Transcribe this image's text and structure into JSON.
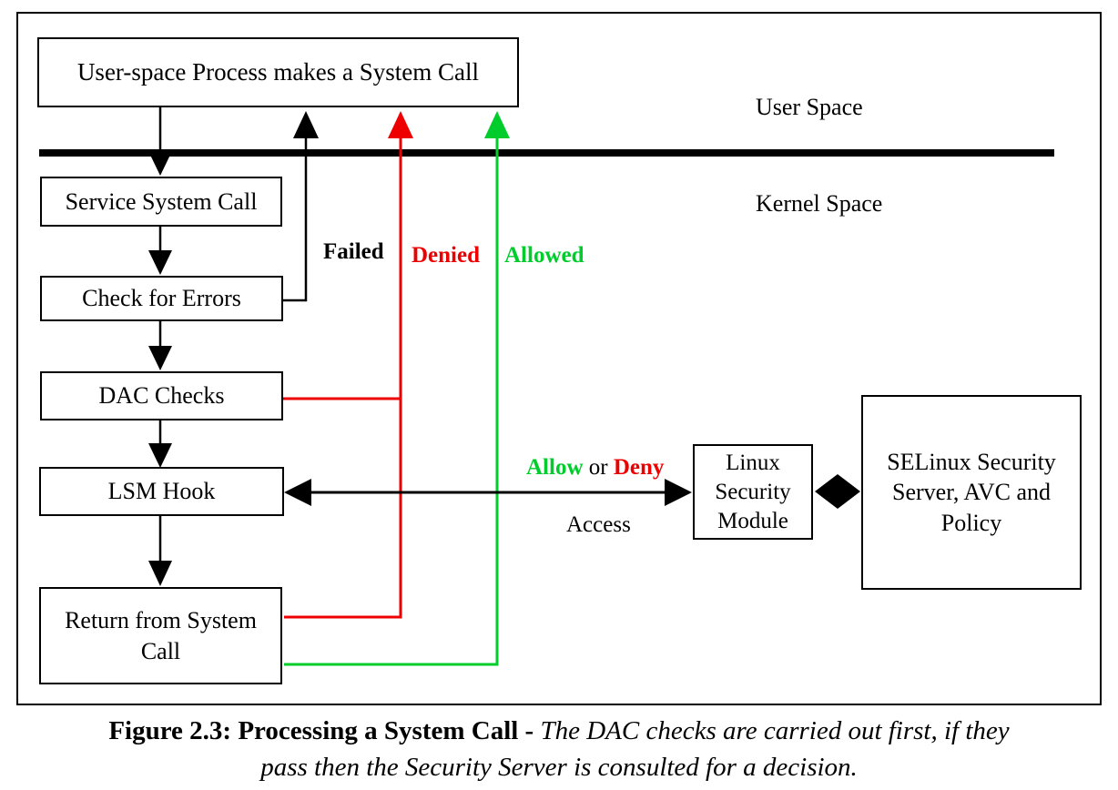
{
  "diagram": {
    "boxes": {
      "user_process": "User-space Process makes a System Call",
      "service": "Service System Call",
      "check_errors": "Check for Errors",
      "dac": "DAC Checks",
      "lsm_hook": "LSM Hook",
      "return_call": "Return from System Call",
      "linux_sm": "Linux Security Module",
      "selinux": "SELinux Security Server, AVC and Policy"
    },
    "regions": {
      "user_space": "User Space",
      "kernel_space": "Kernel Space"
    },
    "edge_labels": {
      "failed": "Failed",
      "denied": "Denied",
      "allowed": "Allowed",
      "allow": "Allow",
      "or": " or ",
      "deny": "Deny",
      "access": "Access"
    },
    "colors": {
      "flow": "#000000",
      "denied": "#ee0000",
      "allowed": "#00cc2c"
    }
  },
  "caption": {
    "title_bold": "Figure 2.3: Processing a System Call - ",
    "line1_italic": "The DAC checks are carried out first, if they",
    "line2_italic": "pass then the Security Server is consulted for a decision."
  }
}
